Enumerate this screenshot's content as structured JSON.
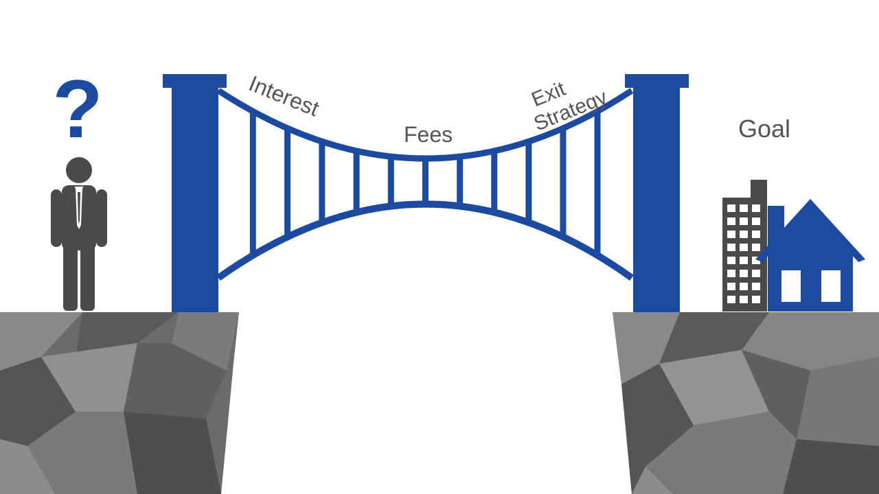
{
  "labels": {
    "interest": "Interest",
    "fees": "Fees",
    "exit_line1": "Exit",
    "exit_line2": "Strategy",
    "goal": "Goal",
    "question_mark": "?"
  },
  "colors": {
    "bridge_blue": "#1c4aa0",
    "person_gray": "#4a4a4a",
    "cliff_gray": "#6e6e6e",
    "text_gray": "#555555",
    "background": "#ffffff"
  },
  "icons": {
    "person": "businessman-icon",
    "question": "question-mark-icon",
    "building": "office-building-icon",
    "house": "house-icon"
  }
}
